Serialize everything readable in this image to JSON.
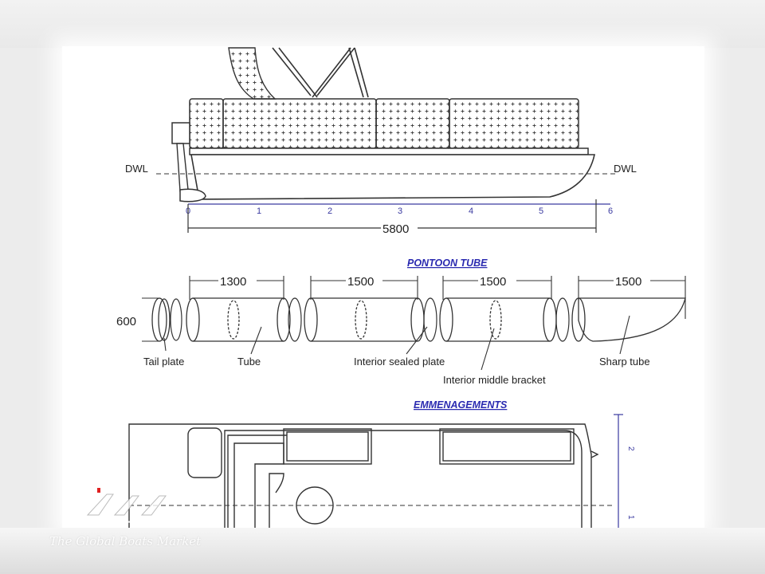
{
  "side_view": {
    "dwl_left": "DWL",
    "dwl_right": "DWL",
    "stations": [
      "0",
      "1",
      "2",
      "3",
      "4",
      "5",
      "6"
    ],
    "overall_length": "5800"
  },
  "pontoon": {
    "title": "PONTOON TUBE",
    "diameter": "600",
    "segments": [
      "1300",
      "1500",
      "1500",
      "1500"
    ],
    "labels": {
      "tail_plate": "Tail plate",
      "tube": "Tube",
      "interior_sealed_plate": "Interior sealed plate",
      "interior_middle_bracket": "Interior middle bracket",
      "sharp_tube": "Sharp tube"
    }
  },
  "layout": {
    "title": "EMMENAGEMENTS",
    "side_dims": [
      "2",
      "1"
    ]
  },
  "watermark": {
    "text": "The Global Boats Market"
  },
  "colors": {
    "line": "#333333",
    "dim_blue": "#3a3aa0",
    "title_blue": "#2a2ab0"
  }
}
